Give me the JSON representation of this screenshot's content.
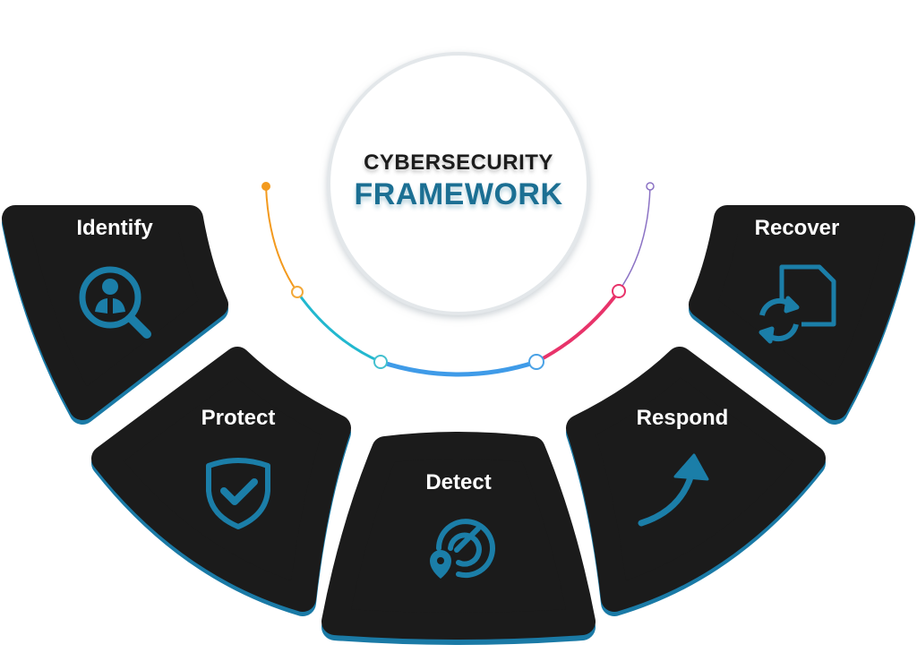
{
  "title": {
    "line1": "CYBERSECURITY",
    "line2": "FRAMEWORK"
  },
  "stages": [
    {
      "label": "Identify",
      "icon": "search-user-icon"
    },
    {
      "label": "Protect",
      "icon": "shield-check-icon"
    },
    {
      "label": "Detect",
      "icon": "radar-location-icon"
    },
    {
      "label": "Respond",
      "icon": "curved-arrow-icon"
    },
    {
      "label": "Recover",
      "icon": "file-refresh-icon"
    }
  ],
  "colors": {
    "panel": "#1b1b1b",
    "panel_edge": "#1a7aa6",
    "icon": "#1b7ea8",
    "arc_segments": [
      "#f39a1e",
      "#22b8cf",
      "#3f9be8",
      "#e8336a",
      "#8b72c4"
    ]
  }
}
